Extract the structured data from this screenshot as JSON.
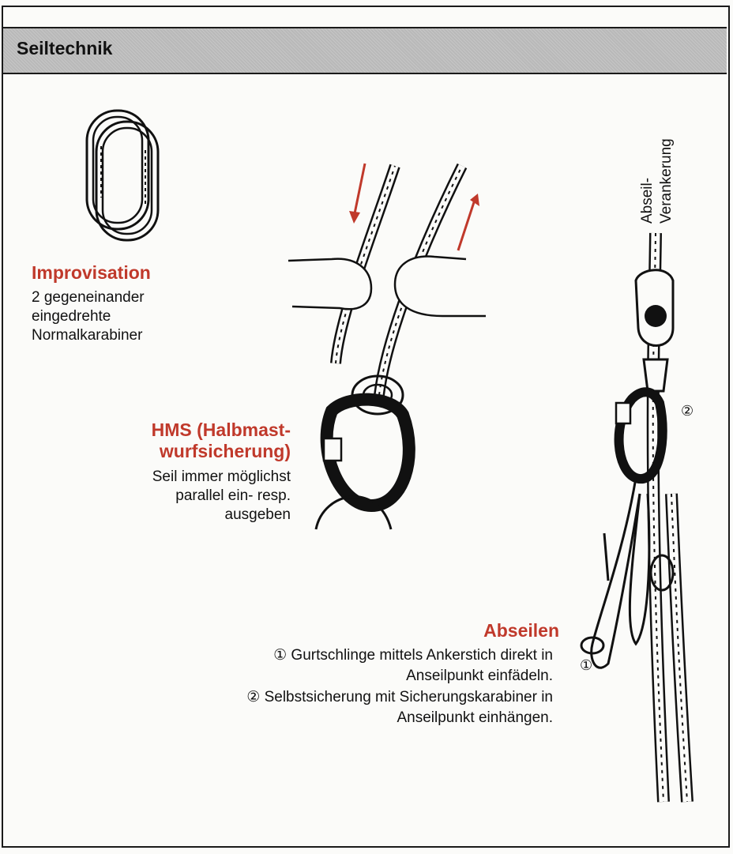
{
  "header": {
    "title": "Seiltechnik"
  },
  "improvisation": {
    "heading": "Improvisation",
    "lines": [
      "2 gegeneinander",
      "eingedrehte",
      "Normalkarabiner"
    ]
  },
  "hms": {
    "heading_lines": [
      "HMS (Halbmast-",
      "wurfsicherung)"
    ],
    "lines": [
      "Seil immer möglichst",
      "parallel ein- resp.",
      "ausgeben"
    ]
  },
  "anchor_label": {
    "lines": [
      "Abseil-",
      "Verankerung"
    ]
  },
  "markers": {
    "one": "①",
    "two": "②"
  },
  "abseilen": {
    "heading": "Abseilen",
    "lines": [
      "① Gurtschlinge mittels Ankerstich direkt in",
      "Anseilpunkt einfädeln.",
      "② Selbstsicherung mit Sicherungskarabiner in",
      "Anseilpunkt einhängen."
    ]
  },
  "colors": {
    "accent": "#c0392b",
    "header_bg": "#b9b9b9",
    "ink": "#111111"
  },
  "icons": [
    "carabiner-pair-icon",
    "hms-belay-icon",
    "abseil-anchor-icon",
    "arrow-down-icon",
    "arrow-up-icon"
  ]
}
